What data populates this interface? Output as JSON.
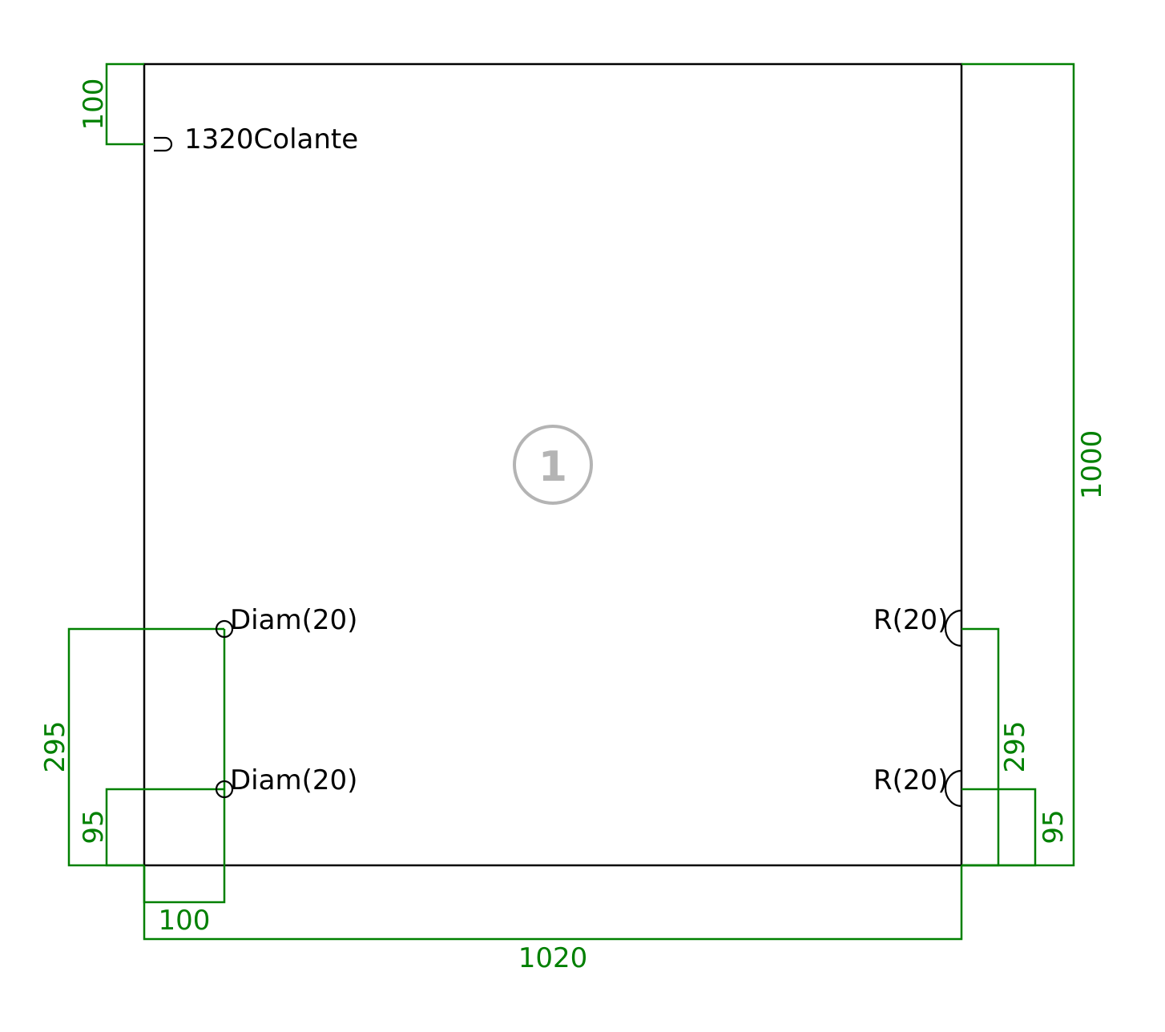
{
  "colors": {
    "outline": "#000000",
    "dimension": "#008000",
    "badge": "#b4b4b4"
  },
  "part": {
    "label": "1320Colante",
    "badge_number": "1",
    "edge_symbol": "U-icon"
  },
  "dimensions": {
    "total_width": "1020",
    "total_height": "1000",
    "top_left_offset": "100",
    "left_hole_x": "100",
    "left_upper_hole_y": "295",
    "left_lower_hole_y": "95",
    "right_upper_notch_y": "295",
    "right_lower_notch_y": "95"
  },
  "features": {
    "hole_upper": "Diam(20)",
    "hole_lower": "Diam(20)",
    "notch_upper": "R(20)",
    "notch_lower": "R(20)"
  }
}
